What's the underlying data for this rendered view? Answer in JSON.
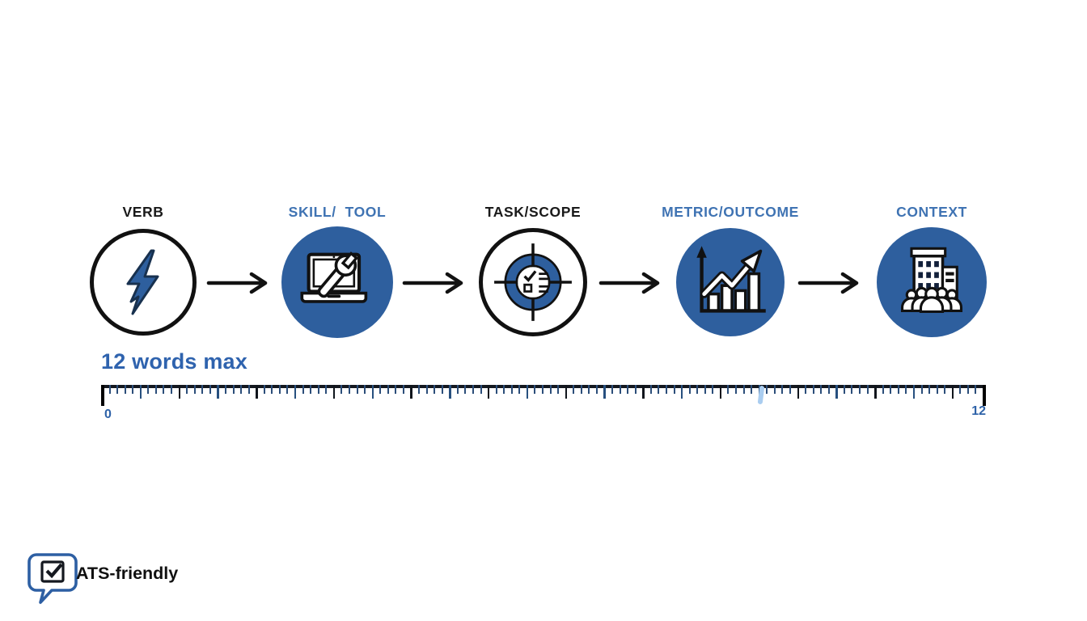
{
  "flow": {
    "steps": [
      {
        "label": "VERB",
        "icon": "lightning-bolt-icon",
        "style": "outlined"
      },
      {
        "label": "SKILL/  TOOL",
        "icon": "laptop-wrench-icon",
        "style": "filled"
      },
      {
        "label": "TASK/SCOPE",
        "icon": "target-checklist-icon",
        "style": "outlined"
      },
      {
        "label": "METRIC/OUTCOME",
        "icon": "growth-chart-icon",
        "style": "filled"
      },
      {
        "label": "CONTEXT",
        "icon": "organization-people-icon",
        "style": "filled"
      }
    ],
    "connector": "arrow-right-icon"
  },
  "ruler": {
    "heading": "12 words max",
    "min_label": "0",
    "max_label": "12",
    "units": 12,
    "tick_count": 114,
    "medium_every": 5
  },
  "badge": {
    "label": "ATS-friendly",
    "icon": "speech-bubble-checkbox-icon"
  },
  "colors": {
    "primary_blue": "#2e5f9e",
    "label_blue": "#3f73b3",
    "heading_blue": "#2f63ae",
    "badge_blue": "#2d5fa3",
    "ink_black": "#141414",
    "ruler_tick_navy": "#2c4e7a",
    "background": "#ffffff"
  }
}
